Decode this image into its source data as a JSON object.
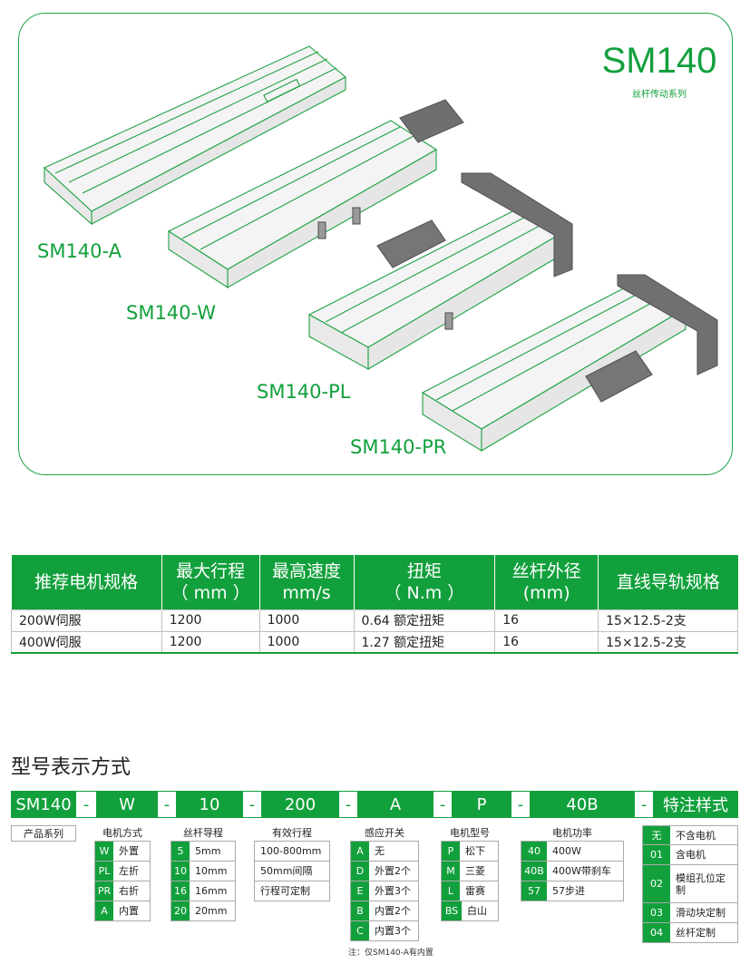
{
  "hero": {
    "series_title": "SM140",
    "series_subtitle": "丝杆传动系列",
    "models": [
      "SM140-A",
      "SM140-W",
      "SM140-PL",
      "SM140-PR"
    ]
  },
  "spec_table": {
    "headers": [
      [
        "推荐电机规格",
        ""
      ],
      [
        "最大行程",
        "（ mm ）"
      ],
      [
        "最高速度",
        "mm/s"
      ],
      [
        "扭矩",
        "（ N.m ）"
      ],
      [
        "丝杆外径",
        "(mm)"
      ],
      [
        "直线导轨规格",
        ""
      ]
    ],
    "rows": [
      [
        "200W伺服",
        "1200",
        "1000",
        "0.64 额定扭矩",
        "16",
        "15×12.5-2支"
      ],
      [
        "400W伺服",
        "1200",
        "1000",
        "1.27 额定扭矩",
        "16",
        "15×12.5-2支"
      ]
    ]
  },
  "model_code": {
    "title": "型号表示方式",
    "bar": [
      "SM140",
      "-",
      "W",
      "-",
      "10",
      "-",
      "200",
      "-",
      "A",
      "-",
      "P",
      "-",
      "40B",
      "-",
      "特注样式"
    ],
    "product_series": "产品系列",
    "motor_mount": {
      "title": "电机方式",
      "items": [
        [
          "W",
          "外置"
        ],
        [
          "PL",
          "左折"
        ],
        [
          "PR",
          "右折"
        ],
        [
          "A",
          "内置"
        ]
      ]
    },
    "lead": {
      "title": "丝杆导程",
      "items": [
        [
          "5",
          "5mm"
        ],
        [
          "10",
          "10mm"
        ],
        [
          "16",
          "16mm"
        ],
        [
          "20",
          "20mm"
        ]
      ]
    },
    "stroke": {
      "title": "有效行程",
      "items": [
        "100-800mm",
        "50mm间隔",
        "行程可定制"
      ]
    },
    "sensor": {
      "title": "感应开关",
      "items": [
        [
          "A",
          "无"
        ],
        [
          "D",
          "外置2个"
        ],
        [
          "E",
          "外置3个"
        ],
        [
          "B",
          "内置2个"
        ],
        [
          "C",
          "内置3个"
        ]
      ]
    },
    "motor_type": {
      "title": "电机型号",
      "items": [
        [
          "P",
          "松下"
        ],
        [
          "M",
          "三菱"
        ],
        [
          "L",
          "雷赛"
        ],
        [
          "BS",
          "白山"
        ]
      ]
    },
    "motor_power": {
      "title": "电机功率",
      "items": [
        [
          "40",
          "400W"
        ],
        [
          "40B",
          "400W带刹车"
        ],
        [
          "57",
          "57步进"
        ]
      ]
    },
    "special": {
      "items": [
        [
          "无",
          "不含电机"
        ],
        [
          "01",
          "含电机"
        ],
        [
          "02",
          "模组孔位定制"
        ],
        [
          "03",
          "滑动块定制"
        ],
        [
          "04",
          "丝杆定制"
        ]
      ]
    },
    "note": "注：仅SM140-A有内置"
  }
}
